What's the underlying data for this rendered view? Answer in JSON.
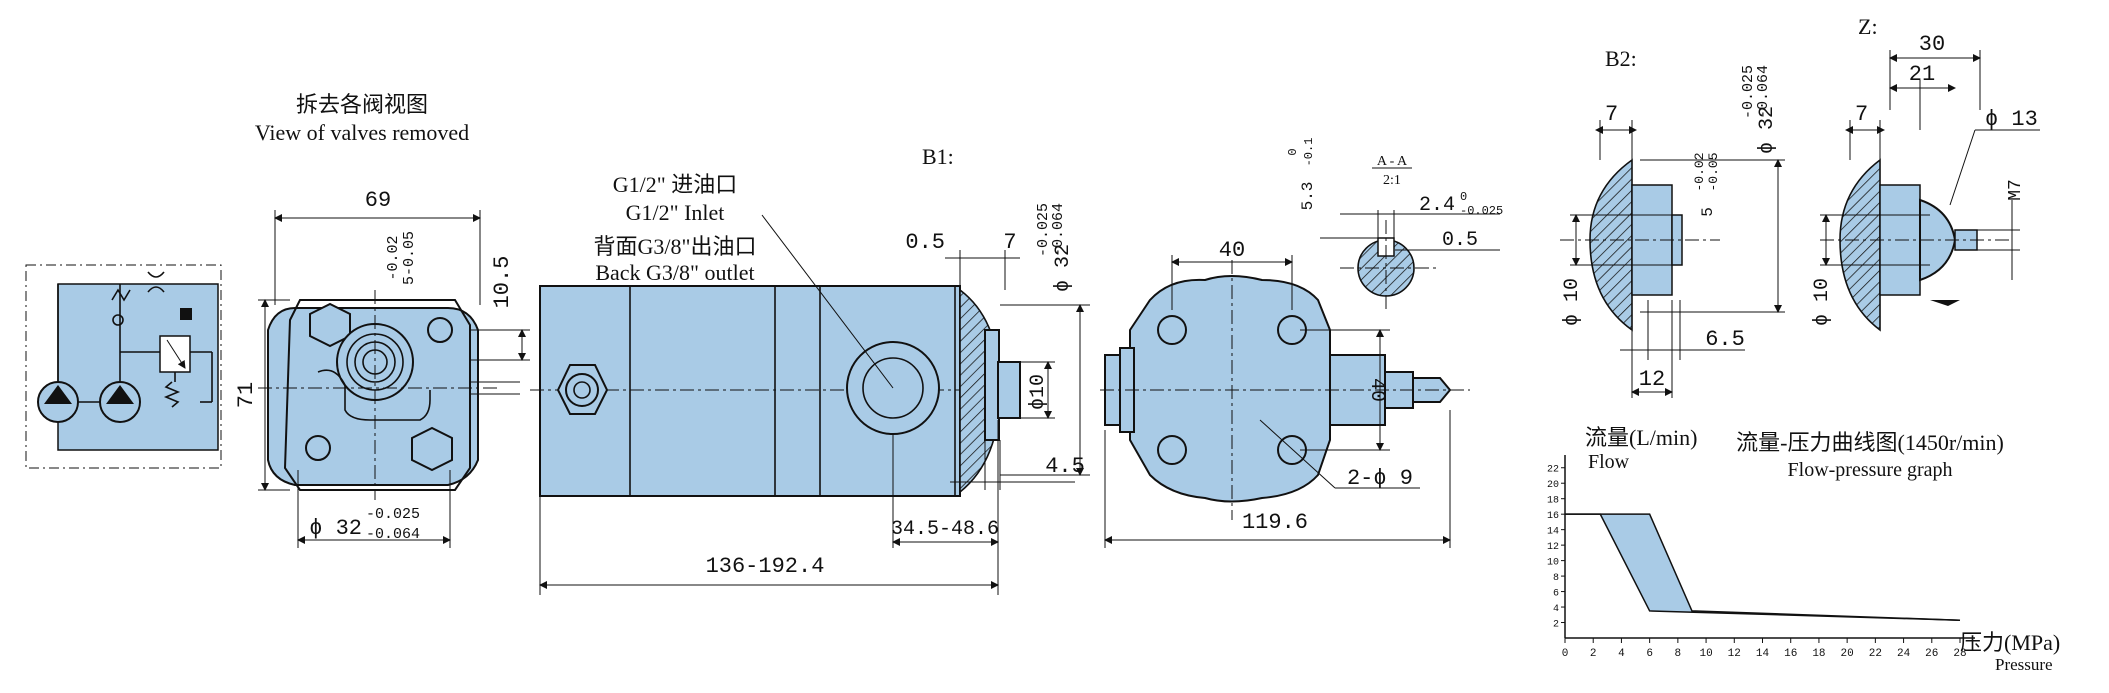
{
  "labels": {
    "valves_cn": "拆去各阀视图",
    "valves_en": "View of valves removed",
    "inlet_cn": "G1/2\" 进油口",
    "inlet_en": "G1/2\" Inlet",
    "outlet_cn": "背面G3/8\"出油口",
    "outlet_en": "Back G3/8\" outlet",
    "b1": "B1:",
    "b2": "B2:",
    "z": "Z:",
    "section": "A - A",
    "section_scale": "2:1"
  },
  "dims": {
    "d69": "69",
    "d71": "71",
    "d105": "10.5",
    "tol_top": "-0.02",
    "tol_bot": "5-0.05",
    "phi32": "ϕ 32",
    "phi32_up": "-0.025",
    "phi32_lo": "-0.064",
    "d05": "0.5",
    "d7": "7",
    "phi10": "ϕ10",
    "d45": "4.5",
    "d3448": "34.5-48.6",
    "d136": "136-192.4",
    "d40": "40",
    "d40v": "40",
    "d1196": "119.6",
    "holes": "2-ϕ 9",
    "key53": "5.3",
    "key53_tol": "0",
    "key53_tol2": "-0.1",
    "key24": "2.4",
    "key24_tol": "0",
    "key24_tol2": "-0.025",
    "key05": "0.5",
    "b2_7": "7",
    "b2_phi32": "ϕ 32",
    "b2_tol_a": "-0.025",
    "b2_tol_b": "-0.064",
    "b2_key": "5",
    "b2_key_a": "-0.02",
    "b2_key_b": "-0.05",
    "b2_phi10": "ϕ 10",
    "b2_65": "6.5",
    "b2_12": "12",
    "z_30": "30",
    "z_21": "21",
    "z_7": "7",
    "z_phi13": "ϕ 13",
    "z_m7": "M7",
    "z_phi10": "ϕ 10"
  },
  "graph": {
    "ylabel_cn": "流量(L/min)",
    "ylabel_en": "Flow",
    "title_cn": "流量-压力曲线图(1450r/min)",
    "title_en": "Flow-pressure graph",
    "xlabel_cn": "压力(MPa)",
    "xlabel_en": "Pressure"
  },
  "chart_data": {
    "type": "area",
    "title": "流量-压力曲线图(1450r/min)",
    "xlabel": "压力(MPa)",
    "ylabel": "流量(L/min)",
    "x_ticks": [
      0,
      2,
      4,
      6,
      8,
      10,
      12,
      14,
      16,
      18,
      20,
      22,
      24,
      26,
      28
    ],
    "y_ticks": [
      2,
      4,
      6,
      8,
      10,
      12,
      14,
      16,
      18,
      20,
      22
    ],
    "xlim": [
      0,
      28
    ],
    "ylim": [
      0,
      23
    ],
    "band": {
      "upper": [
        [
          0,
          16
        ],
        [
          6,
          16
        ],
        [
          9,
          3.5
        ],
        [
          28,
          2.3
        ]
      ],
      "lower": [
        [
          0,
          16
        ],
        [
          2.5,
          16
        ],
        [
          6,
          3.5
        ],
        [
          28,
          2.3
        ]
      ]
    },
    "fill_color": "#a9cbe6"
  }
}
